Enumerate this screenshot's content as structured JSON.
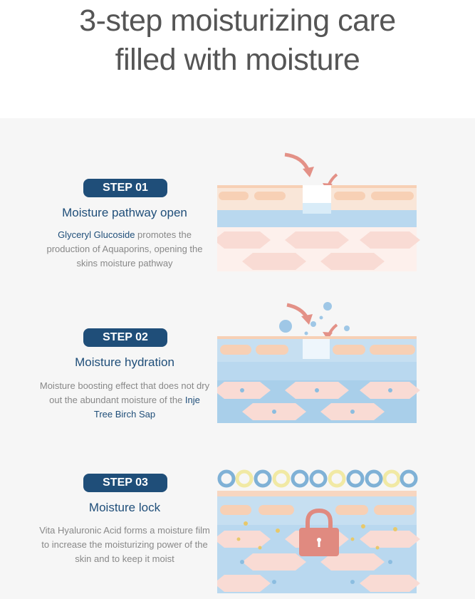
{
  "title": {
    "line1": "3-step moisturizing care",
    "line2": "filled with moisture"
  },
  "steps": [
    {
      "badge": "STEP 01",
      "heading": "Moisture pathway open",
      "desc": {
        "highlight": "Glyceryl Glucoside",
        "text_after": " promotes the production of Aquaporins, opening the skins moisture pathway"
      }
    },
    {
      "badge": "STEP 02",
      "heading": "Moisture hydration",
      "desc": {
        "text_before": "Moisture boosting effect that does not dry out the abundant moisture of the ",
        "highlight": "Inje Tree Birch Sap"
      }
    },
    {
      "badge": "STEP 03",
      "heading": "Moisture lock",
      "desc": {
        "text": "Vita Hyaluronic Acid  forms a moisture film to increase the moisturizing power of the skin and to keep it moist"
      }
    }
  ],
  "colors": {
    "navy": "#1f4e79",
    "peach": "#f7d6c1",
    "skin_pink": "#f9dbd4",
    "water_blue": "#b9d8ef",
    "arrow": "#e39187",
    "lock": "#e08a80",
    "ring_blue": "#7fb1d6",
    "ring_yellow": "#f1e9a4"
  }
}
